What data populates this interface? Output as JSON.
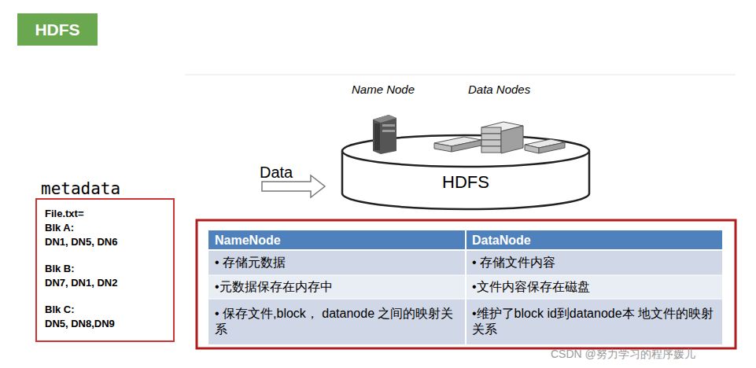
{
  "diagram": {
    "title": "HDFS",
    "nodes": [
      {
        "text": [
          "HDFS"
        ]
      },
      {
        "text": [
          "metadata",
          "File.txt=",
          "Blk A:",
          "DN1, DN5, DN6",
          "Blk B:",
          "DN7, DN1, DN2",
          "Blk C:",
          "DN5, DN8,DN9"
        ]
      }
    ],
    "labels": [
      "Name Node",
      "Data Nodes",
      "Data",
      "NameNode",
      "DataNode",
      "• 存储元数据",
      "• 存储文件内容",
      "•元数据保存在内存中",
      "•文件内容保存在磁盘",
      "• 保存文件,block， datanode 之间的映射关系",
      "•维护了block id到datanode本 地文件的映射关系",
      "CSDN @努力学习的程序媛儿"
    ]
  }
}
